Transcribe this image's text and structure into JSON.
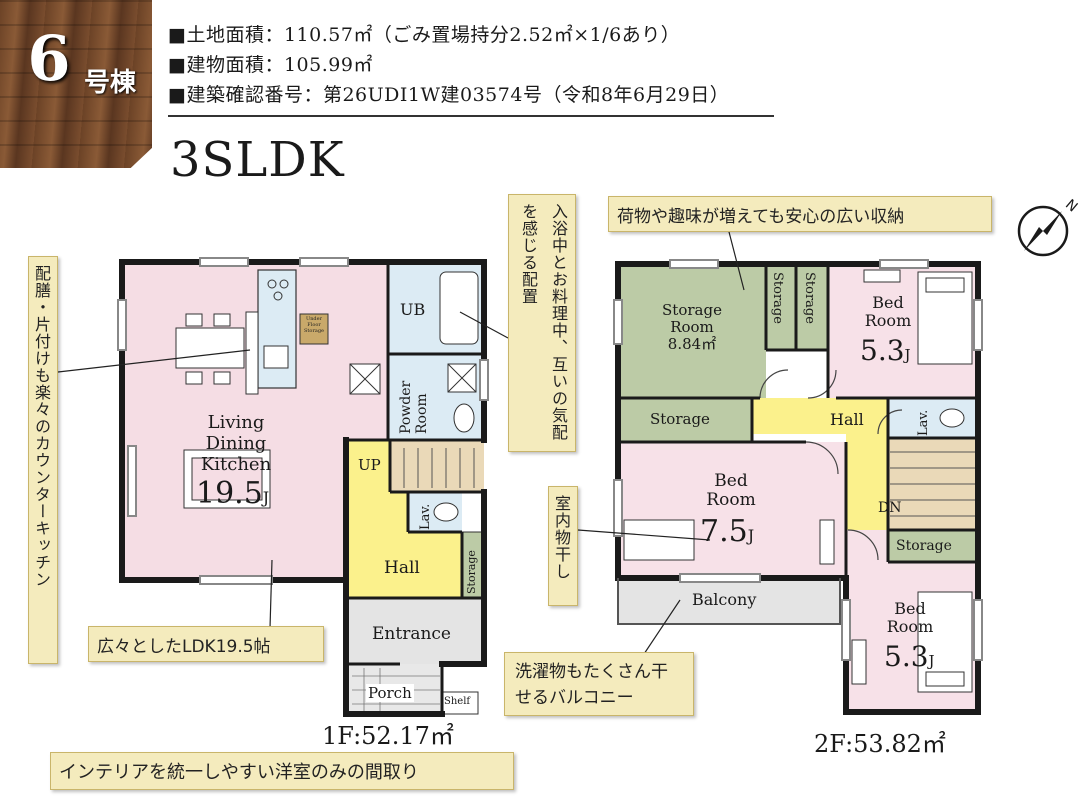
{
  "header": {
    "building_number": "6",
    "building_suffix": "号棟",
    "land_area": "■土地面積：110.57㎡（ごみ置場持分2.52㎡×1/6あり）",
    "building_area": "■建物面積：105.99㎡",
    "confirmation_number": "■建築確認番号：第26UDI1W建03574号（令和8年6月29日）",
    "layout_type": "3SLDK"
  },
  "callouts": {
    "kitchen_counter": "配膳・片付けも楽々のカウンターキッチン",
    "bath_kitchen": "入浴中とお料理中、互いの気配を感じる配置",
    "storage_note": "荷物や趣味が増えても安心の広い収納",
    "indoor_drying": "室内物干し",
    "ldk_note": "広々としたLDK19.5帖",
    "balcony_note": "洗濯物もたくさん干せるバルコニー",
    "western_rooms": "インテリアを統一しやすい洋室のみの間取り"
  },
  "floor1": {
    "area_label": "1F:52.17㎡",
    "ldk_line1": "Living",
    "ldk_line2": "Dining",
    "ldk_line3": "Kitchen",
    "ldk_size": "19.5",
    "ldk_unit": "J",
    "ub": "UB",
    "powder_line1": "Powder",
    "powder_line2": "Room",
    "up": "UP",
    "lav": "Lav.",
    "hall": "Hall",
    "storage": "Storage",
    "entrance": "Entrance",
    "porch": "Porch",
    "shelf": "Shelf",
    "underfloor_line1": "Under",
    "underfloor_line2": "Floor",
    "underfloor_line3": "Storage"
  },
  "floor2": {
    "area_label": "2F:53.82㎡",
    "storage_room_line1": "Storage",
    "storage_room_line2": "Room",
    "storage_room_size": "8.84㎡",
    "storage_a": "Storage",
    "storage_b": "Storage",
    "bed_ne_line1": "Bed",
    "bed_ne_line2": "Room",
    "bed_ne_size": "5.3",
    "bed_ne_unit": "J",
    "storage_mid": "Storage",
    "hall": "Hall",
    "lav": "Lav.",
    "bed_main_line1": "Bed",
    "bed_main_line2": "Room",
    "bed_main_size": "7.5",
    "bed_main_unit": "J",
    "dn": "DN",
    "storage_se": "Storage",
    "balcony": "Balcony",
    "bed_se_line1": "Bed",
    "bed_se_line2": "Room",
    "bed_se_size": "5.3",
    "bed_se_unit": "J"
  },
  "compass": {
    "north_letter": "N"
  },
  "colors": {
    "ldk": "#f5dde4",
    "bedroom": "#f7e1e8",
    "hall": "#fbf18c",
    "storage_room": "#bccba6",
    "wet_area": "#dcebf4",
    "entrance": "#e4e4e4",
    "stairs": "#ead9b8",
    "callout": "#f4ebbd",
    "wall": "#1a1a1a"
  }
}
